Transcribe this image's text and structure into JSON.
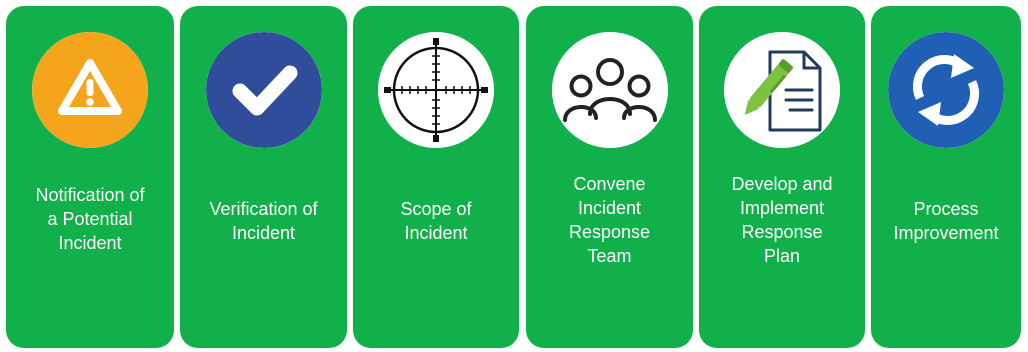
{
  "steps": [
    {
      "label": "Notification of\na Potential\nIncident",
      "icon": "warning-triangle-icon"
    },
    {
      "label": "Verification of\nIncident",
      "icon": "checkmark-icon"
    },
    {
      "label": "Scope of\nIncident",
      "icon": "crosshair-icon"
    },
    {
      "label": "Convene\nIncident\nResponse\nTeam",
      "icon": "team-icon"
    },
    {
      "label": "Develop and\nImplement\nResponse\nPlan",
      "icon": "document-pen-icon"
    },
    {
      "label": "Process\nImprovement",
      "icon": "refresh-cycle-icon"
    }
  ],
  "colors": {
    "card": "#12b04a",
    "warning": "#f4a51c",
    "verify": "#2f4d9a",
    "refresh": "#1f5fb4",
    "pen": "#7cc242"
  }
}
